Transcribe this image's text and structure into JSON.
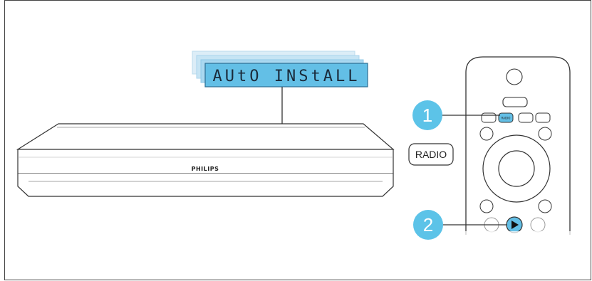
{
  "display": {
    "text": "AUtO INStALL"
  },
  "player": {
    "brand": "PHILIPS"
  },
  "steps": [
    {
      "number": "1"
    },
    {
      "number": "2"
    }
  ],
  "remote": {
    "radio_key_label": "RADIO",
    "radio_button_label": "RADIO",
    "play_icon": "play-icon"
  },
  "colors": {
    "lcd_fill": "#63bfe6",
    "lcd_stack": "#b6dff3",
    "step_badge": "#5cc3e8",
    "line": "#333333"
  }
}
